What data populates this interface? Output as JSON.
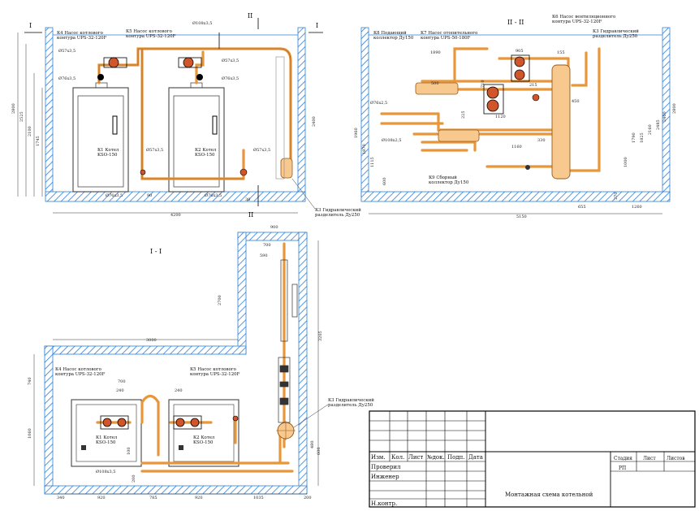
{
  "views": {
    "front": {
      "section_mark_left": "I",
      "section_mark_right": "I",
      "section_mark_top": "II",
      "section_mark_bottom": "II",
      "labels": {
        "pump_k4": [
          "К4 Насос котлового",
          "контура UPS-32-120F"
        ],
        "pump_k5": [
          "К5 Насос котлового",
          "контура UPS-32-120F"
        ],
        "boiler_k1": [
          "К1 Котел",
          "KSO-150"
        ],
        "boiler_k2": [
          "К2 Котел",
          "KSO-150"
        ],
        "hydro_k3": [
          "К3 Гидравлический",
          "разделитель Ду250"
        ]
      },
      "dims": {
        "d_top": "Ø108х3,5",
        "d57a": "Ø57х3,5",
        "d57b": "Ø57х3,5",
        "d76a": "Ø76х3,5",
        "d76b": "Ø76х3,5",
        "d57c": "Ø57х3,5",
        "d57d": "Ø57х3,5",
        "d76c": "Ø76х3,5",
        "d76d": "Ø76х3,5",
        "h2800": "2800",
        "h2525": "2525",
        "h2100": "2100",
        "h1745": "1745",
        "h2400": "2400",
        "w90": "90",
        "w30": "30",
        "w4200": "4200"
      }
    },
    "side": {
      "title": "II - II",
      "labels": {
        "k8": [
          "К8 Подающий",
          "коллектор Ду150"
        ],
        "k7": [
          "К7 Насос отопительного",
          "контура UPS-50-180F"
        ],
        "k6": [
          "К6 Насос вентиляционного",
          "контура UPS-32-120F"
        ],
        "k3": [
          "К3 Гидравлический",
          "разделитель Ду250"
        ],
        "k9": [
          "К9 Сборный",
          "коллектор Ду150"
        ]
      },
      "dims": {
        "d1890": "1890",
        "d905": "905",
        "d155": "155",
        "d500": "500",
        "d710": "710",
        "d215": "215",
        "d450": "450",
        "d1120": "1120",
        "d1160": "1160",
        "d330": "330",
        "d225": "225",
        "dia76": "Ø76х2,5",
        "dia108": "Ø108х2,5",
        "h1960": "1960",
        "h1870": "1870",
        "h1115": "1115",
        "h600": "600",
        "h1790": "1790",
        "h1825": "1825",
        "h2160": "2160",
        "h2485": "2485",
        "h2400": "2400",
        "h2800": "2800",
        "h1000": "1000",
        "h270": "270",
        "w655": "655",
        "w1260": "1260",
        "w5150": "5150"
      }
    },
    "plan": {
      "title": "I - I",
      "labels": {
        "k4": [
          "К4 Насос котлового",
          "контура UPS-32-120F"
        ],
        "k5": [
          "К5 Насос котлового",
          "контура UPS-32-120F"
        ],
        "k1": [
          "К1 Котел",
          "KSO-150"
        ],
        "k2": [
          "К2 Котел",
          "KSO-150"
        ],
        "k3": [
          "К3 Гидравлический",
          "разделитель Ду250"
        ]
      },
      "dims": {
        "d900": "900",
        "d700a": "700",
        "d590": "590",
        "d2700": "2700",
        "d3000": "3000",
        "d3205": "3205",
        "d740": "740",
        "d1060": "1060",
        "d700b": "700",
        "d240a": "240",
        "d240b": "240",
        "d100": "100",
        "d200": "200",
        "d600": "600",
        "d480": "480",
        "dia108": "Ø108х3,5",
        "b340": "340",
        "b920a": "920",
        "b785": "785",
        "b920b": "920",
        "b1035": "1035",
        "b200": "200"
      }
    }
  },
  "title_block": {
    "headers": [
      "Изм.",
      "Кол.",
      "Лист",
      "№док.",
      "Подп.",
      "Дата"
    ],
    "role_checked": "Проверил",
    "role_engineer": "Инженер",
    "role_norm": "Н.контр.",
    "stage_header": "Стадия",
    "sheet_header": "Лист",
    "sheets_header": "Листов",
    "stage_value": "РП",
    "drawing_title": "Монтажная схема котельной"
  }
}
